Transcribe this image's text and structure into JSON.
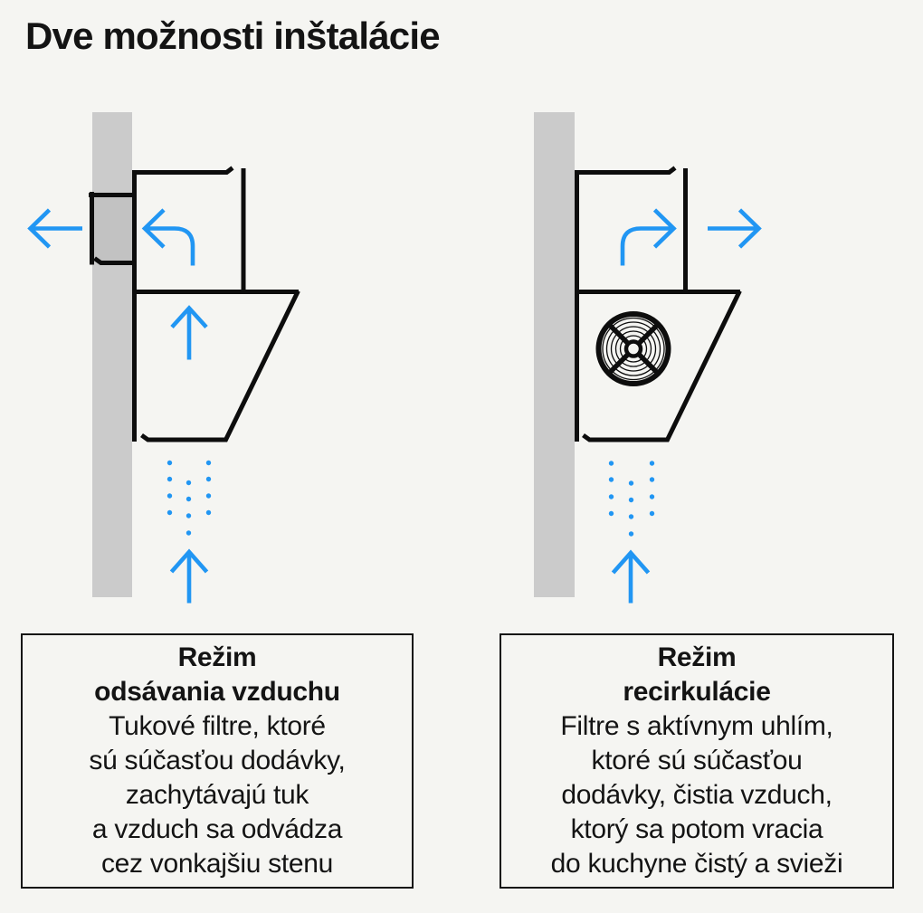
{
  "page": {
    "title": "Dve možnosti inštalácie"
  },
  "colors": {
    "page_bg": "#f5f5f2",
    "accent_blue": "#2196f3",
    "line_black": "#0d0d0d",
    "wall_gray": "#cbcbcb",
    "duct_gray": "#c2c2c2",
    "text_black": "#141414"
  },
  "diagrams": {
    "extraction": {
      "name": "extraction-mode-diagram",
      "icons": [
        "wall",
        "duct-through-wall",
        "hood-outline",
        "arrow-out-left-icon",
        "arrow-turn-left-icon",
        "arrow-up-icon",
        "airflow-dots-icon",
        "arrow-up-intake-icon"
      ]
    },
    "recirculation": {
      "name": "recirculation-mode-diagram",
      "icons": [
        "wall",
        "hood-outline",
        "fan-icon",
        "arrow-turn-right-icon",
        "arrow-out-right-icon",
        "airflow-dots-icon",
        "arrow-up-intake-icon"
      ]
    }
  },
  "boxes": {
    "extraction": {
      "title_lines": [
        "Režim",
        "odsávania vzduchu"
      ],
      "body_lines": [
        "Tukové filtre, ktoré",
        "sú súčasťou dodávky,",
        "zachytávajú tuk",
        "a vzduch sa odvádza",
        "cez vonkajšiu stenu"
      ]
    },
    "recirculation": {
      "title_lines": [
        "Režim",
        "recirkulácie"
      ],
      "body_lines": [
        "Filtre s aktívnym uhlím,",
        "ktoré sú súčasťou",
        "dodávky, čistia vzduch,",
        "ktorý sa potom vracia",
        "do kuchyne čistý a svieži"
      ]
    }
  }
}
